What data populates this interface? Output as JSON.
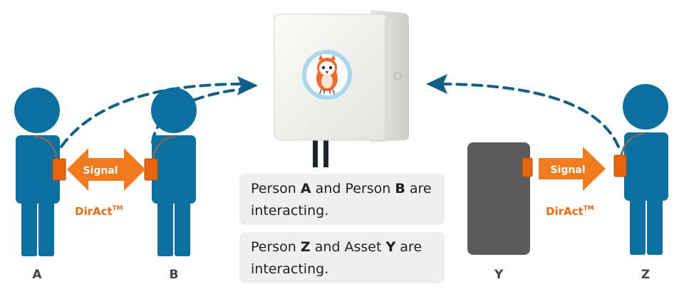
{
  "people": {
    "a": {
      "label": "A"
    },
    "b": {
      "label": "B"
    },
    "y": {
      "label": "Y"
    },
    "z": {
      "label": "Z"
    }
  },
  "signals": {
    "left": {
      "arrow_label": "Signal",
      "brand": "DirAct",
      "trademark": "TM"
    },
    "right": {
      "arrow_label": "Signal",
      "brand": "DirAct",
      "trademark": "TM"
    }
  },
  "captions": {
    "first": {
      "prefix": "Person ",
      "subject_a": "A",
      "middle": " and Person ",
      "subject_b": "B",
      "suffix": " are interacting."
    },
    "second": {
      "prefix": "Person ",
      "subject_a": "Z",
      "middle": " and Asset ",
      "subject_b": "Y",
      "suffix": " are interacting."
    }
  },
  "colors": {
    "person": "#0b6fa0",
    "tag": "#e8650d",
    "signal_arrow": "#f07a1c",
    "dashed_arrow": "#125f86",
    "asset": "#5b5b5b",
    "caption_bg": "#efefef",
    "label_text": "#444444"
  },
  "icons": {
    "gateway": "gateway-device-icon",
    "owl": "owl-logo-icon"
  }
}
